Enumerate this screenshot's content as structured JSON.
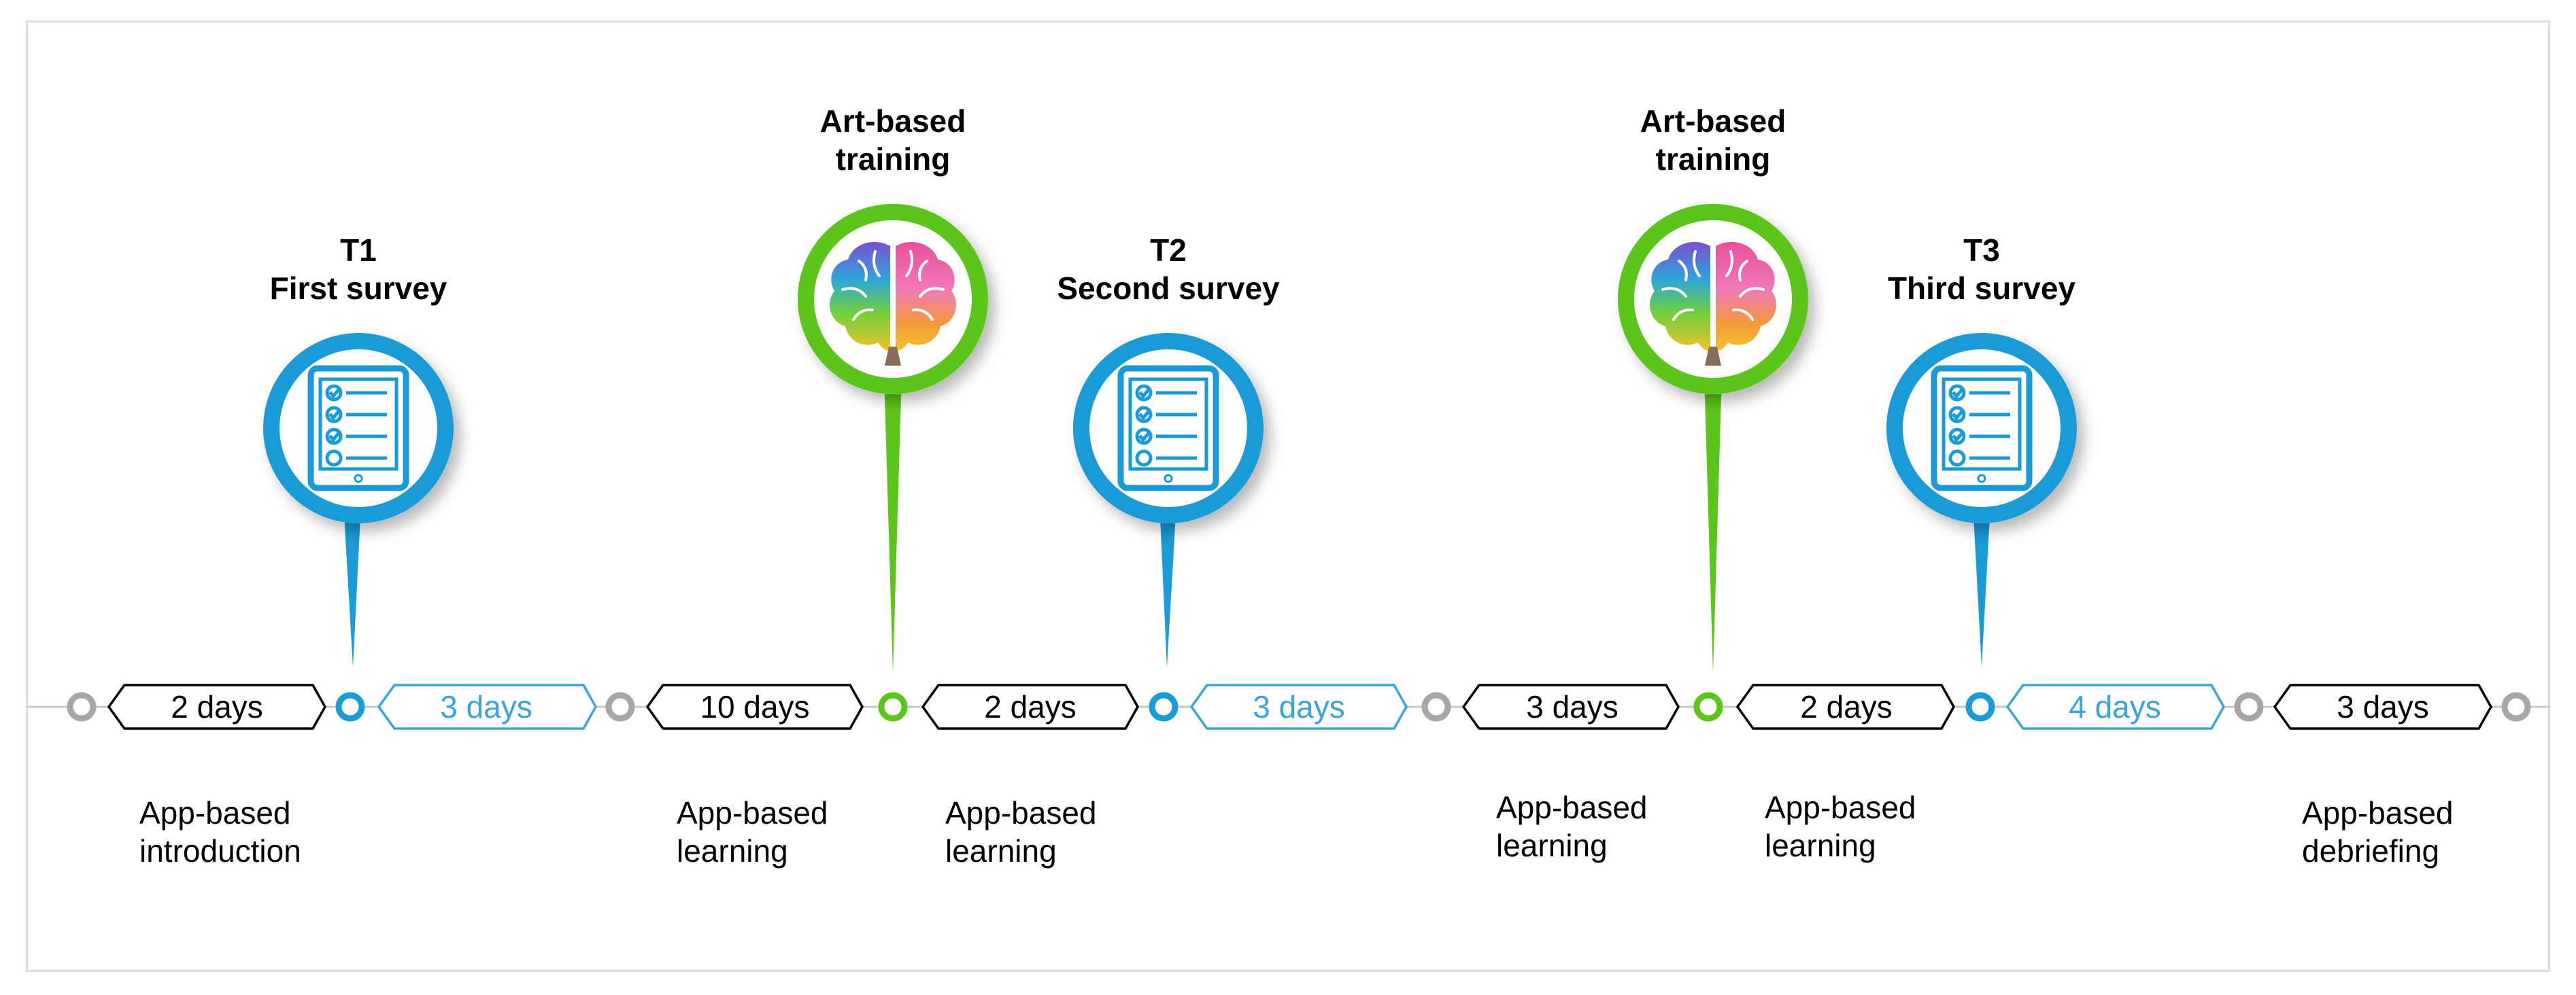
{
  "colors": {
    "survey": "#1a9ad6",
    "training": "#5cc51b",
    "break": "#a6a6a6",
    "text": "#000000",
    "interval_highlight": "#3aa3dd"
  },
  "milestones": [
    {
      "id": "t1",
      "kind": "survey",
      "icon": "survey-tablet-icon",
      "line1": "T1",
      "line2": "First survey"
    },
    {
      "id": "art1",
      "kind": "training",
      "icon": "colorful-brain-icon",
      "line1": "Art-based",
      "line2": "training"
    },
    {
      "id": "t2",
      "kind": "survey",
      "icon": "survey-tablet-icon",
      "line1": "T2",
      "line2": "Second survey"
    },
    {
      "id": "art2",
      "kind": "training",
      "icon": "colorful-brain-icon",
      "line1": "Art-based",
      "line2": "training"
    },
    {
      "id": "t3",
      "kind": "survey",
      "icon": "survey-tablet-icon",
      "line1": "T3",
      "line2": "Third survey"
    }
  ],
  "intervals": [
    {
      "label": "2 days",
      "style": "dark"
    },
    {
      "label": "3 days",
      "style": "blue"
    },
    {
      "label": "10 days",
      "style": "dark"
    },
    {
      "label": "2 days",
      "style": "dark"
    },
    {
      "label": "3 days",
      "style": "blue"
    },
    {
      "label": "3 days",
      "style": "dark"
    },
    {
      "label": "2 days",
      "style": "dark"
    },
    {
      "label": "4 days",
      "style": "blue"
    },
    {
      "label": "3 days",
      "style": "dark"
    }
  ],
  "nodes": [
    "break",
    "survey",
    "break",
    "training",
    "survey",
    "break",
    "training",
    "survey",
    "break",
    "break"
  ],
  "activities": [
    {
      "line1": "App-based",
      "line2": "introduction"
    },
    {
      "line1": "App-based",
      "line2": "learning"
    },
    {
      "line1": "App-based",
      "line2": "learning"
    },
    {
      "line1": "App-based",
      "line2": "learning"
    },
    {
      "line1": "App-based",
      "line2": "learning"
    },
    {
      "line1": "App-based",
      "line2": "debriefing"
    }
  ]
}
